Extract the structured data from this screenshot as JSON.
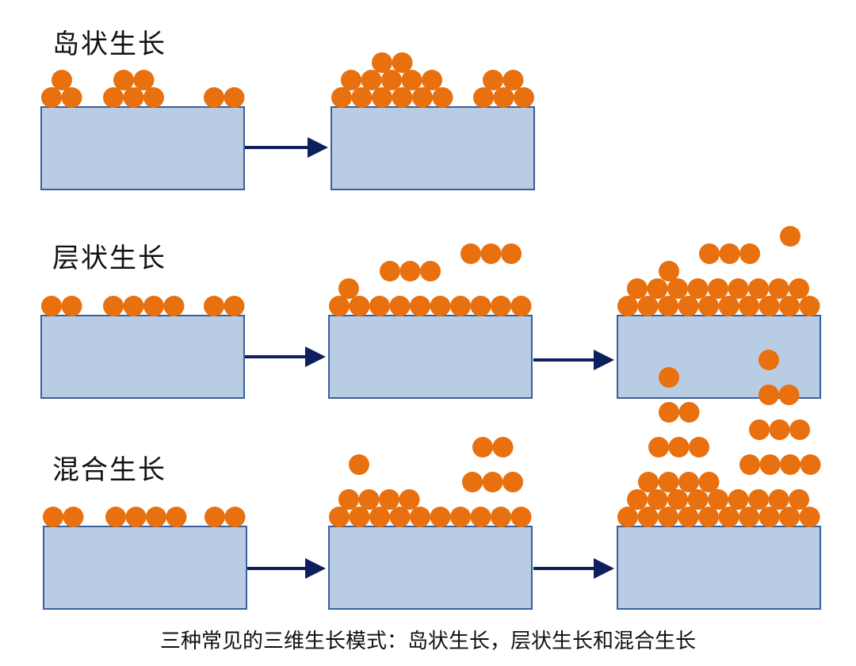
{
  "rows": [
    {
      "title": "岛状生长",
      "mode": "island",
      "stages": 2
    },
    {
      "title": "层状生长",
      "mode": "layer",
      "stages": 3
    },
    {
      "title": "混合生长",
      "mode": "mixed",
      "stages": 3
    }
  ],
  "caption": "三种常见的三维生长模式：岛状生长，层状生长和混合生长",
  "colors": {
    "substrate_fill": "#b8cce4",
    "substrate_stroke": "#3a5f9a",
    "atom": "#e8700e",
    "arrow": "#0e1f5e"
  }
}
